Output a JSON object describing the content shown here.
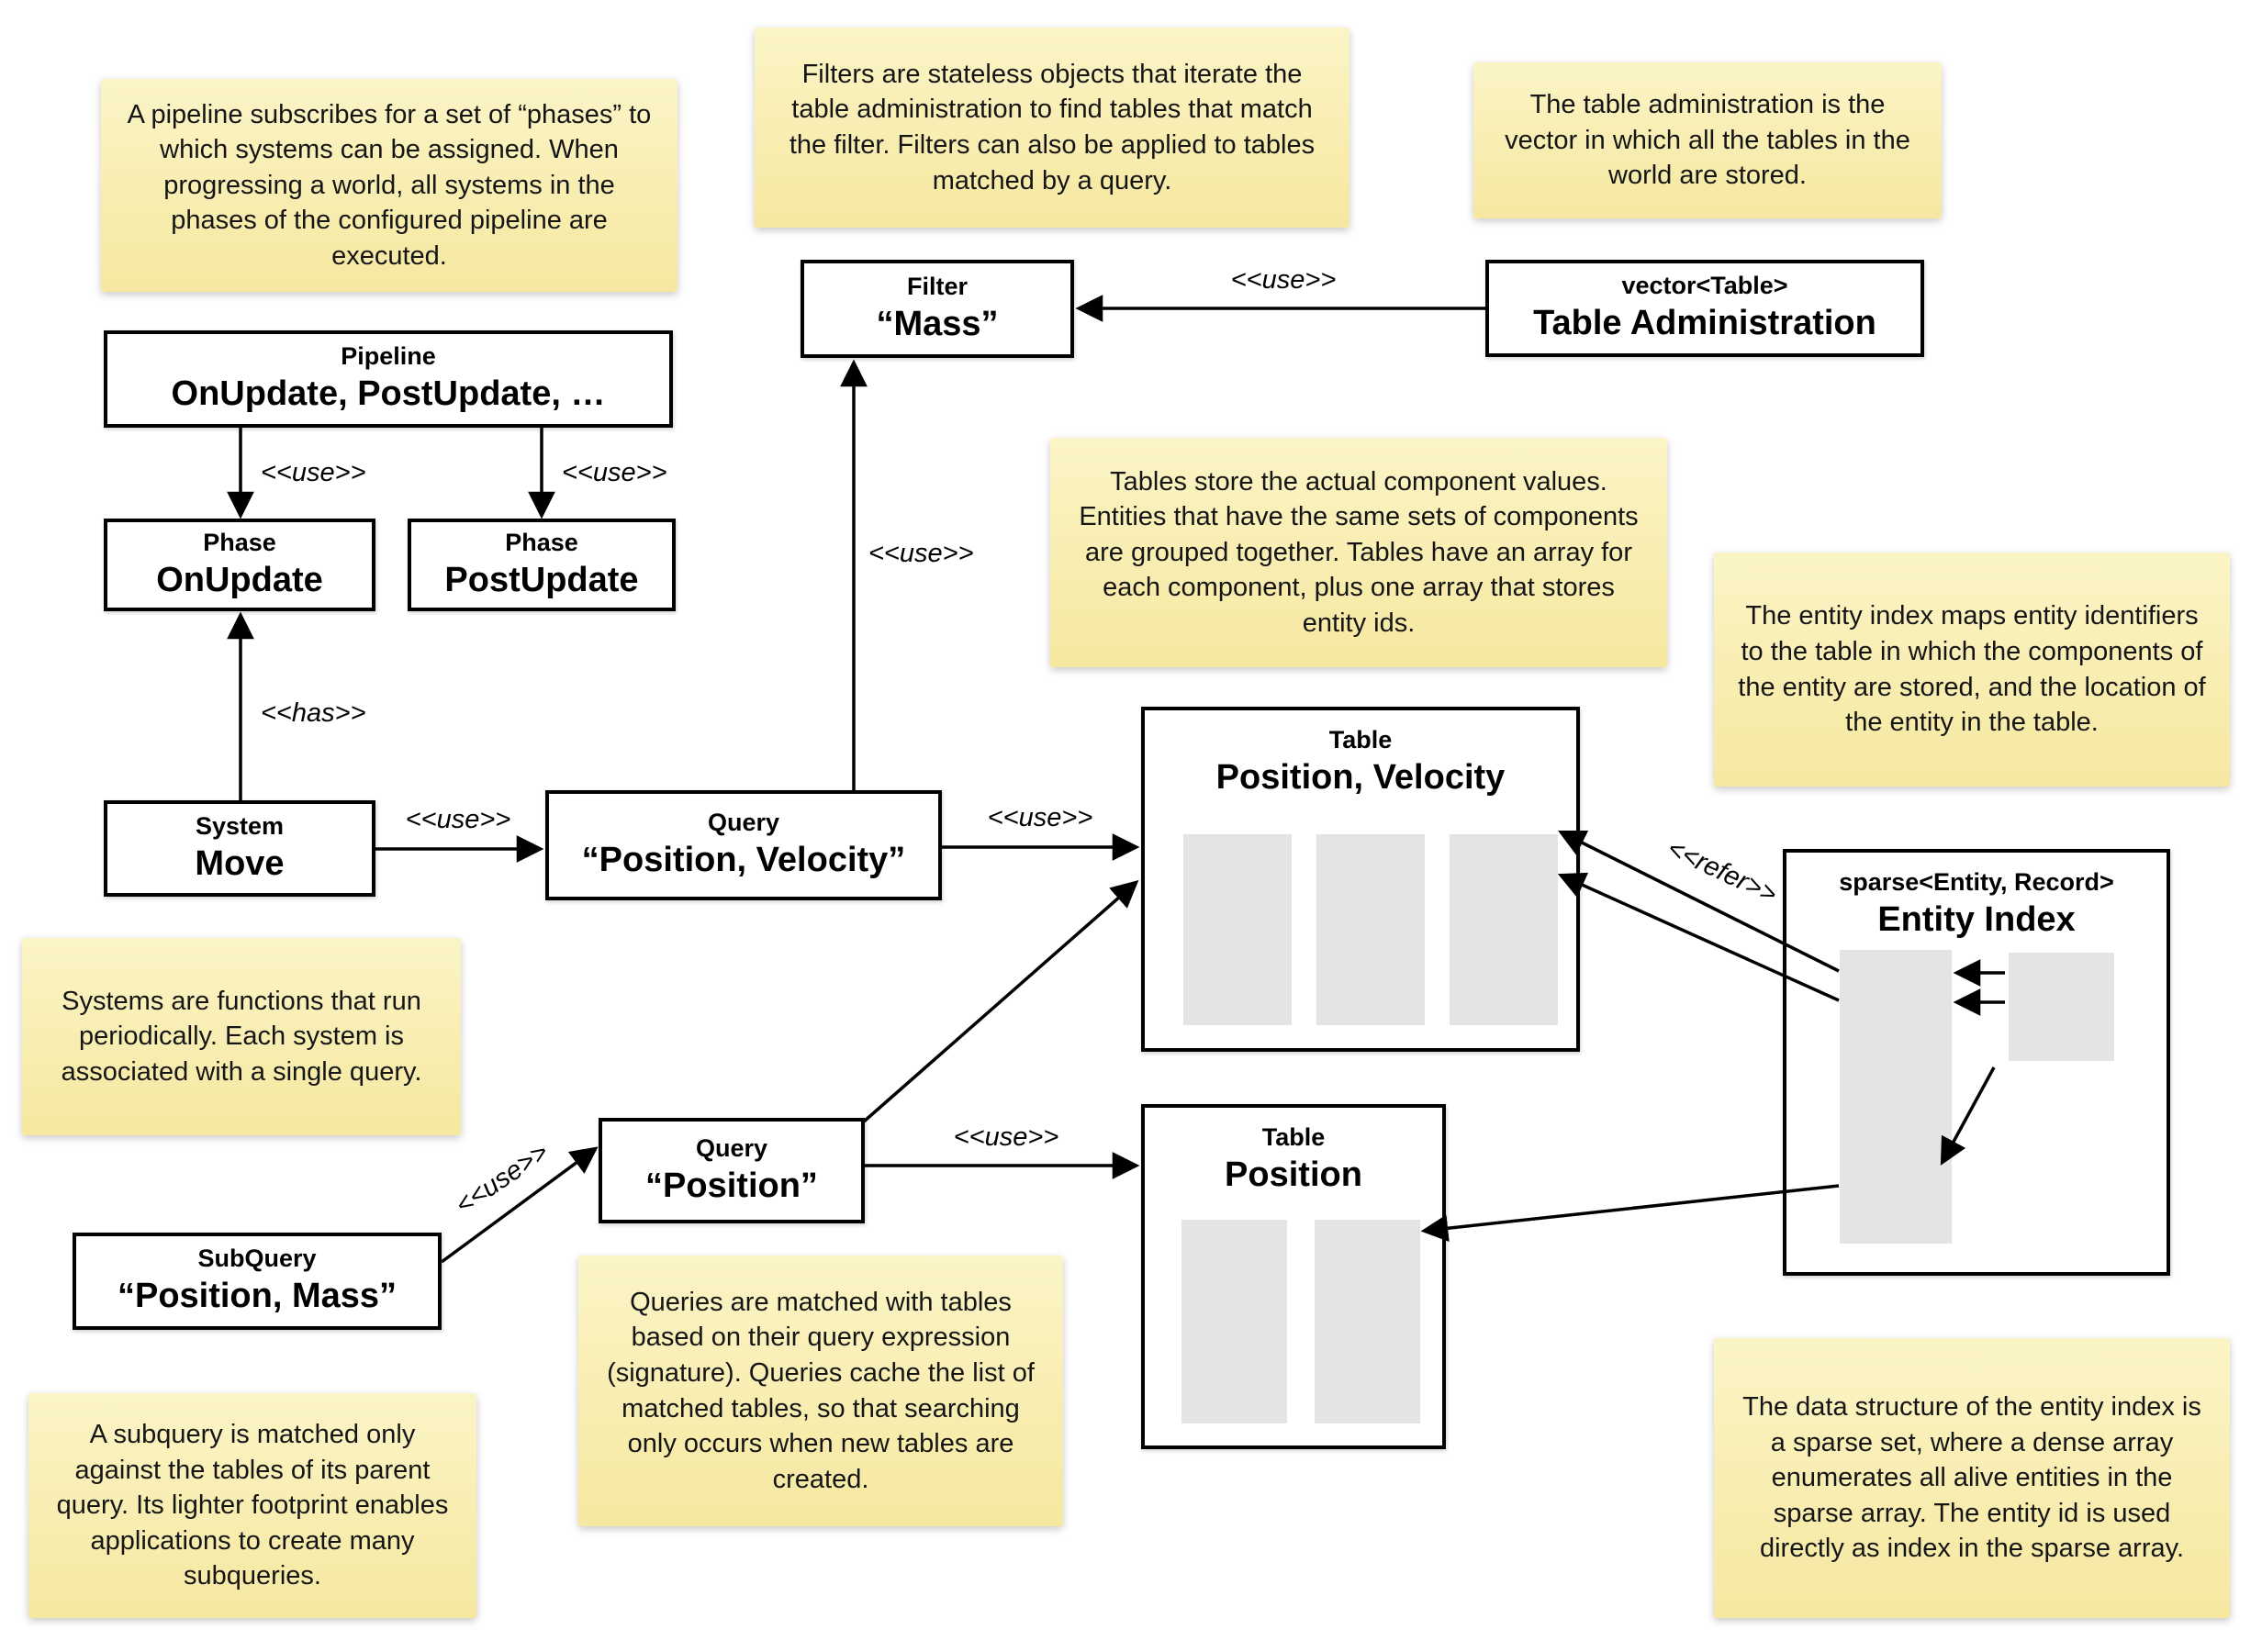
{
  "notes": {
    "pipeline": "A pipeline subscribes for a set of “phases” to which systems can be assigned. When progressing a world, all systems in the phases of the configured pipeline are executed.",
    "filters": "Filters are stateless objects that iterate the table administration to find tables that match the filter. Filters can also be applied to tables matched by a query.",
    "table_admin": "The table administration is the vector in which all the tables in the world are stored.",
    "tables": "Tables store the actual component values. Entities that have the same sets of components are grouped together. Tables have an array for each component, plus one array that stores entity ids.",
    "entity_index": "The entity index maps entity identifiers to the table in which the components of the entity are stored, and the location of the entity in the table.",
    "systems": "Systems are functions that run periodically. Each system is associated with a single query.",
    "queries": "Queries are matched with tables based on their query expression (signature). Queries cache the list of matched tables, so that searching only occurs when new tables are created.",
    "subquery": "A subquery is matched only against the tables of its parent query. Its lighter footprint enables applications to create many subqueries.",
    "sparse_set": "The data structure of the entity index is a sparse set, where a dense array enumerates all alive entities in the sparse array. The entity id is used directly as index in the sparse array."
  },
  "boxes": {
    "pipeline": {
      "stereotype": "Pipeline",
      "name": "OnUpdate, PostUpdate, …"
    },
    "filter": {
      "stereotype": "Filter",
      "name": "“Mass”"
    },
    "table_admin": {
      "stereotype": "vector<Table>",
      "name": "Table Administration"
    },
    "phase_on": {
      "stereotype": "Phase",
      "name": "OnUpdate"
    },
    "phase_post": {
      "stereotype": "Phase",
      "name": "PostUpdate"
    },
    "system_move": {
      "stereotype": "System",
      "name": "Move"
    },
    "query_pv": {
      "stereotype": "Query",
      "name": "“Position, Velocity”"
    },
    "query_p": {
      "stereotype": "Query",
      "name": "“Position”"
    },
    "subquery": {
      "stereotype": "SubQuery",
      "name": "“Position, Mass”"
    },
    "table_pv": {
      "stereotype": "Table",
      "name": "Position, Velocity"
    },
    "table_p": {
      "stereotype": "Table",
      "name": "Position"
    },
    "entity_index": {
      "stereotype": "sparse<Entity, Record>",
      "name": "Entity Index"
    }
  },
  "arrows": {
    "use": "<<use>>",
    "has": "<<has>>",
    "refer": "<<refer>>"
  },
  "colors": {
    "note_top": "#fbf4c6",
    "note_bottom": "#f6e8a0",
    "column_gray": "#e4e4e4",
    "line_black": "#000000"
  }
}
